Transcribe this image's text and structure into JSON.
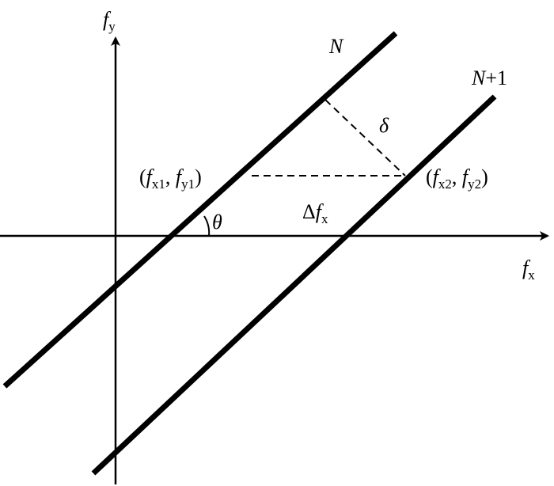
{
  "axes": {
    "x_label": {
      "base": "f",
      "sub": "x"
    },
    "y_label": {
      "base": "f",
      "sub": "y"
    }
  },
  "lines": {
    "line_n_label": "N",
    "line_n1_label": "N+1"
  },
  "points": {
    "p1": {
      "open": "(",
      "f1": "f",
      "s1": "x1",
      "comma": ", ",
      "f2": "f",
      "s2": "y1",
      "close": ")"
    },
    "p2": {
      "open": "(",
      "f1": "f",
      "s1": "x2",
      "comma": ", ",
      "f2": "f",
      "s2": "y2",
      "close": ")"
    }
  },
  "annotations": {
    "delta": "δ",
    "delta_fx": {
      "prefix": "Δ",
      "base": "f",
      "sub": "x"
    },
    "theta": "θ"
  }
}
